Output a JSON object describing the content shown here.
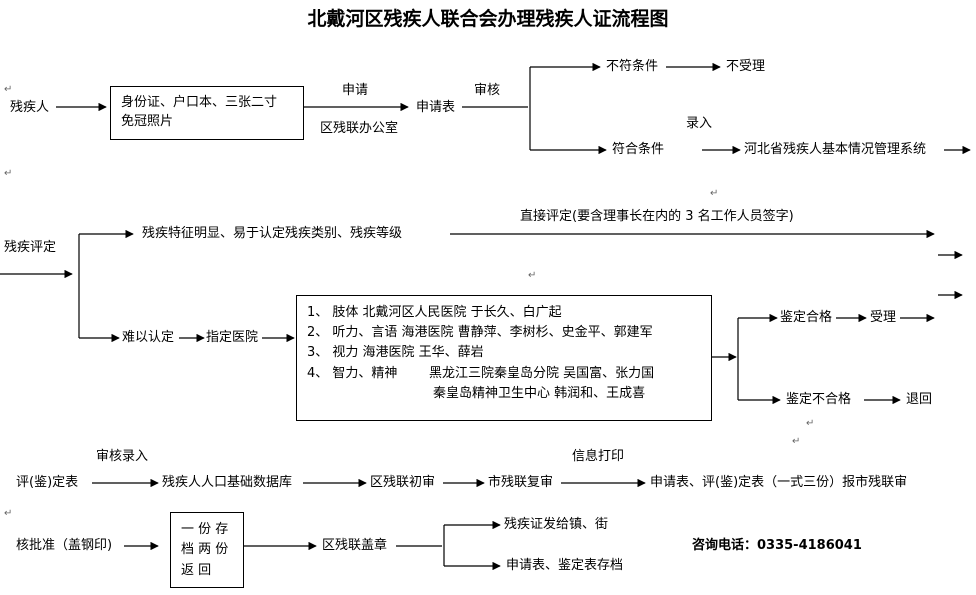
{
  "title": "北戴河区残疾人联合会办理残疾人证流程图",
  "row1": {
    "applicant": "残疾人",
    "documents": [
      "身份证、户口本、三张二寸",
      "免冠照片"
    ],
    "apply": "申请",
    "office": "区残联办公室",
    "form": "申请表",
    "review": "审核",
    "not_qualified": "不符条件",
    "not_accepted": "不受理",
    "enter": "录入",
    "qualified": "符合条件",
    "system": "河北省残疾人基本情况管理系统"
  },
  "row2": {
    "assessment": "残疾评定",
    "obvious": "残疾特征明显、易于认定残疾类别、残疾等级",
    "direct": "直接评定(要含理事长在内的 3 名工作人员签字)",
    "hard": "难以认定",
    "hospital": "指定医院",
    "hospitals": [
      "1、  肢体    北戴河区人民医院  于长久、白广起",
      "2、  听力、言语    海港医院  曹静萍、李树杉、史金平、郭建军",
      "3、  视力    海港医院    王华、薛岩",
      "4、  智力、精神"
    ],
    "mental_hospitals": [
      "黑龙江三院秦皇岛分院    吴国富、张力国",
      "秦皇岛精神卫生中心      韩润和、王成喜"
    ],
    "pass": "鉴定合格",
    "accept": "受理",
    "fail": "鉴定不合格",
    "return": "退回"
  },
  "row3": {
    "review_entry": "审核录入",
    "print": "信息打印",
    "eval_form": "评(鉴)定表",
    "database": "残疾人人口基础数据库",
    "district_first": "区残联初审",
    "city_review": "市残联复审",
    "report": "申请表、评(鉴)定表（一式三份）报市残联审"
  },
  "row4": {
    "approve": "核批准（盖钢印)",
    "copies": [
      "一 份 存",
      "档 两 份",
      "返  回"
    ],
    "seal": "区残联盖章",
    "issue": "残疾证发给镇、街",
    "archive": "申请表、鉴定表存档",
    "contact": "咨询电话：0335-4186041"
  }
}
